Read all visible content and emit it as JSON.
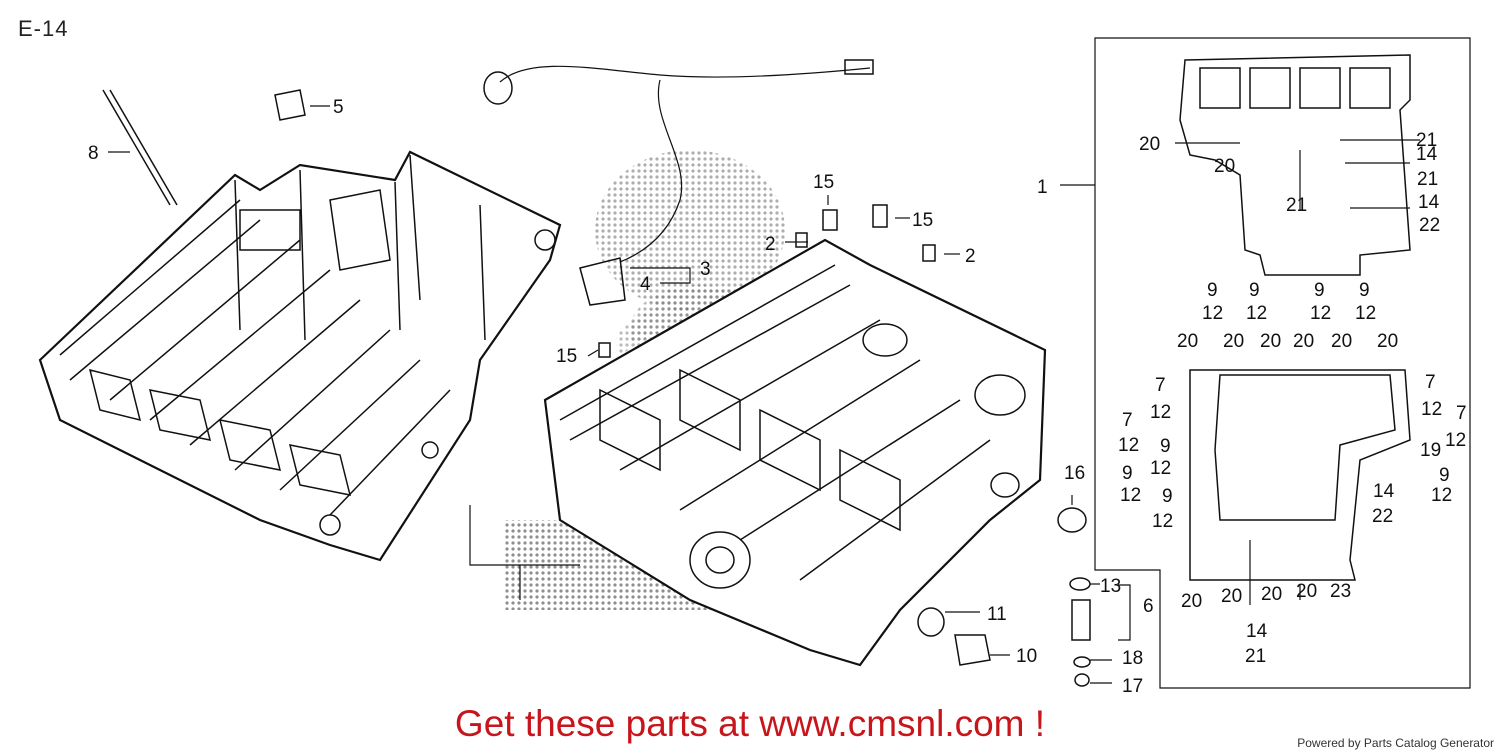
{
  "diagram_code": "E-14",
  "promo_text": "Get these parts at www.cmsnl.com !",
  "credit": "Powered by Parts Catalog Generator",
  "watermark_text": "1",
  "callouts": {
    "c1": "1",
    "c2a": "2",
    "c2b": "2",
    "c3": "3",
    "c4": "4",
    "c5": "5",
    "c6": "6",
    "c7a": "7",
    "c7b": "7",
    "c7c": "7",
    "c7d": "7",
    "c8": "8",
    "c9a": "9",
    "c9b": "9",
    "c9c": "9",
    "c9d": "9",
    "c9e": "9",
    "c9f": "9",
    "c9g": "9",
    "c9h": "9",
    "c10": "10",
    "c11": "11",
    "c12a": "12",
    "c12b": "12",
    "c12c": "12",
    "c12d": "12",
    "c12e": "12",
    "c12f": "12",
    "c12g": "12",
    "c12h": "12",
    "c12i": "12",
    "c12j": "12",
    "c12k": "12",
    "c12l": "12",
    "c12m": "12",
    "c13": "13",
    "c14a": "14",
    "c14b": "14",
    "c14c": "14",
    "c14d": "14",
    "c15a": "15",
    "c15b": "15",
    "c15c": "15",
    "c16": "16",
    "c17": "17",
    "c18": "18",
    "c19": "19",
    "c20a": "20",
    "c20b": "20",
    "c20c": "20",
    "c20d": "20",
    "c20e": "20",
    "c20f": "20",
    "c20g": "20",
    "c20h": "20",
    "c20i": "20",
    "c20j": "20",
    "c20k": "20",
    "c20l": "20",
    "c20m": "20",
    "c21a": "21",
    "c21b": "21",
    "c21c": "21",
    "c21d": "21",
    "c22a": "22",
    "c22b": "22",
    "c23": "23"
  }
}
